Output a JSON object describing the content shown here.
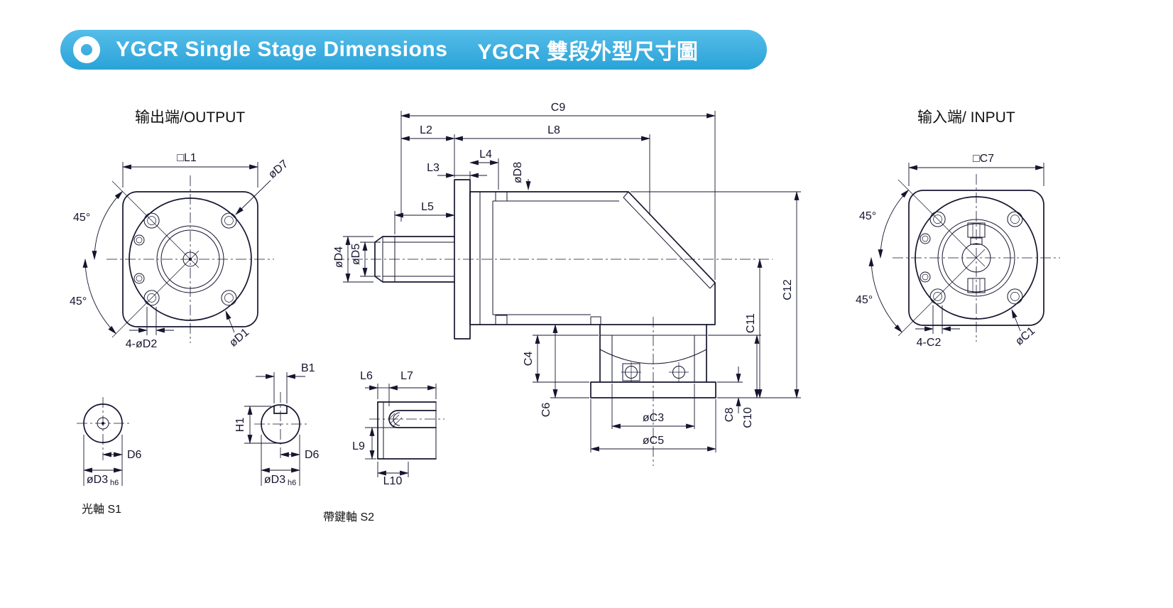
{
  "header": {
    "brand_en": "YGCR",
    "title_en": " Single Stage Dimensions",
    "brand_zh": "YGCR",
    "title_zh": " 雙段外型尺寸圖"
  },
  "views": {
    "output": {
      "title": "输出端/OUTPUT",
      "dim_square": "□L1",
      "dim_bolt_circle": "øD7",
      "dim_angle_upper": "45°",
      "dim_angle_lower": "45°",
      "dim_holes": "4-øD2",
      "dim_pilot": "øD1"
    },
    "side": {
      "dim_c9": "C9",
      "dim_l2": "L2",
      "dim_l8": "L8",
      "dim_l3": "L3",
      "dim_l4": "L4",
      "dim_d8": "øD8",
      "dim_l5": "L5",
      "dim_d4": "øD4",
      "dim_d5": "øD5",
      "dim_c4": "C4",
      "dim_c6": "C6",
      "dim_c3": "øC3",
      "dim_c5": "øC5",
      "dim_c8": "C8",
      "dim_c10": "C10",
      "dim_c11": "C11",
      "dim_c12": "C12"
    },
    "input": {
      "title": "输入端/ INPUT",
      "dim_square": "□C7",
      "dim_angle_upper": "45°",
      "dim_angle_lower": "45°",
      "dim_holes": "4-C2",
      "dim_pilot": "øC1"
    },
    "s1": {
      "label": "光軸 S1",
      "dim_d6": "D6",
      "dim_d3": "øD3",
      "dim_tol": "h6"
    },
    "s2": {
      "label": "帶鍵軸 S2",
      "dim_b1": "B1",
      "dim_h1": "H1",
      "dim_d6": "D6",
      "dim_d3": "øD3",
      "dim_tol": "h6",
      "dim_l6": "L6",
      "dim_l7": "L7",
      "dim_l9": "L9",
      "dim_l10": "L10"
    }
  }
}
